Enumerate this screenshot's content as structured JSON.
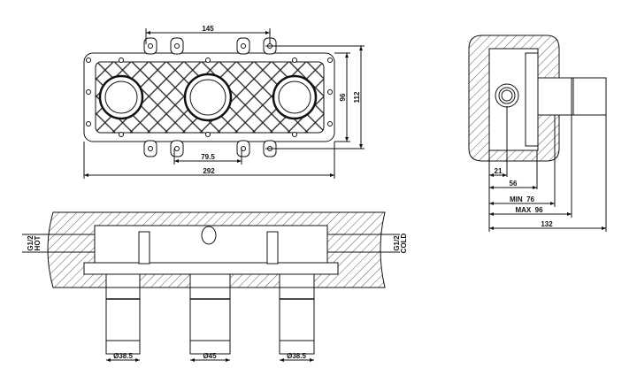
{
  "top_view": {
    "dim_tab_spacing": "145",
    "dim_height_inner": "96",
    "dim_height_outer": "112",
    "dim_lower_spacing": "79.5",
    "dim_width": "292"
  },
  "side_view": {
    "dim_a": "21",
    "dim_b": "56",
    "dim_min": "MIN  76",
    "dim_max": "MAX  96",
    "dim_total": "132"
  },
  "section_view": {
    "hot_label_1": "G1/2",
    "hot_label_2": "HOT",
    "cold_label_1": "G1/2",
    "cold_label_2": "COLD",
    "dia_left": "Ø38.5",
    "dia_center": "Ø45",
    "dia_right": "Ø38.5"
  }
}
